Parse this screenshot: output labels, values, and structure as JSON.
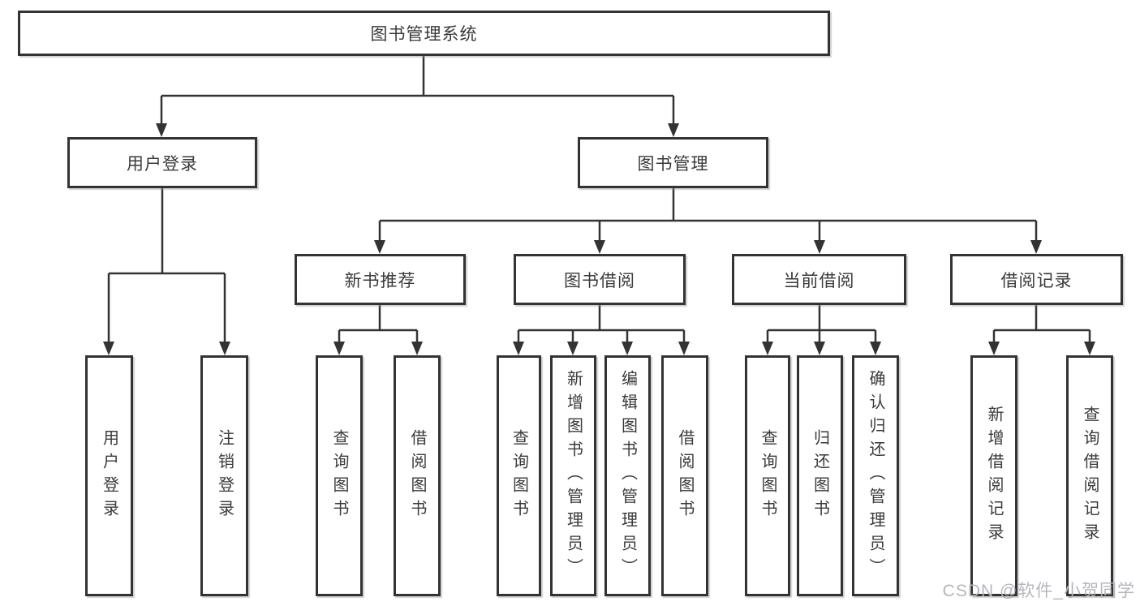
{
  "diagram": {
    "root": {
      "label": "图书管理系统"
    },
    "level2": [
      {
        "label": "用户登录"
      },
      {
        "label": "图书管理"
      }
    ],
    "level3": [
      {
        "label": "新书推荐"
      },
      {
        "label": "图书借阅"
      },
      {
        "label": "当前借阅"
      },
      {
        "label": "借阅记录"
      }
    ],
    "leaves": [
      {
        "label": "用户登录"
      },
      {
        "label": "注销登录"
      },
      {
        "label": "查询图书"
      },
      {
        "label": "借阅图书"
      },
      {
        "label": "查询图书"
      },
      {
        "label": "新增图书（管理员）"
      },
      {
        "label": "编辑图书（管理员）"
      },
      {
        "label": "借阅图书"
      },
      {
        "label": "查询图书"
      },
      {
        "label": "归还图书"
      },
      {
        "label": "确认归还（管理员）"
      },
      {
        "label": "新增借阅记录"
      },
      {
        "label": "查询借阅记录"
      }
    ],
    "colors": {
      "border": "#333333",
      "line": "#333333",
      "text": "#3a3a3a",
      "watermark": "#b3b7bd"
    },
    "watermark": "CSDN @软件_小贺同学"
  }
}
